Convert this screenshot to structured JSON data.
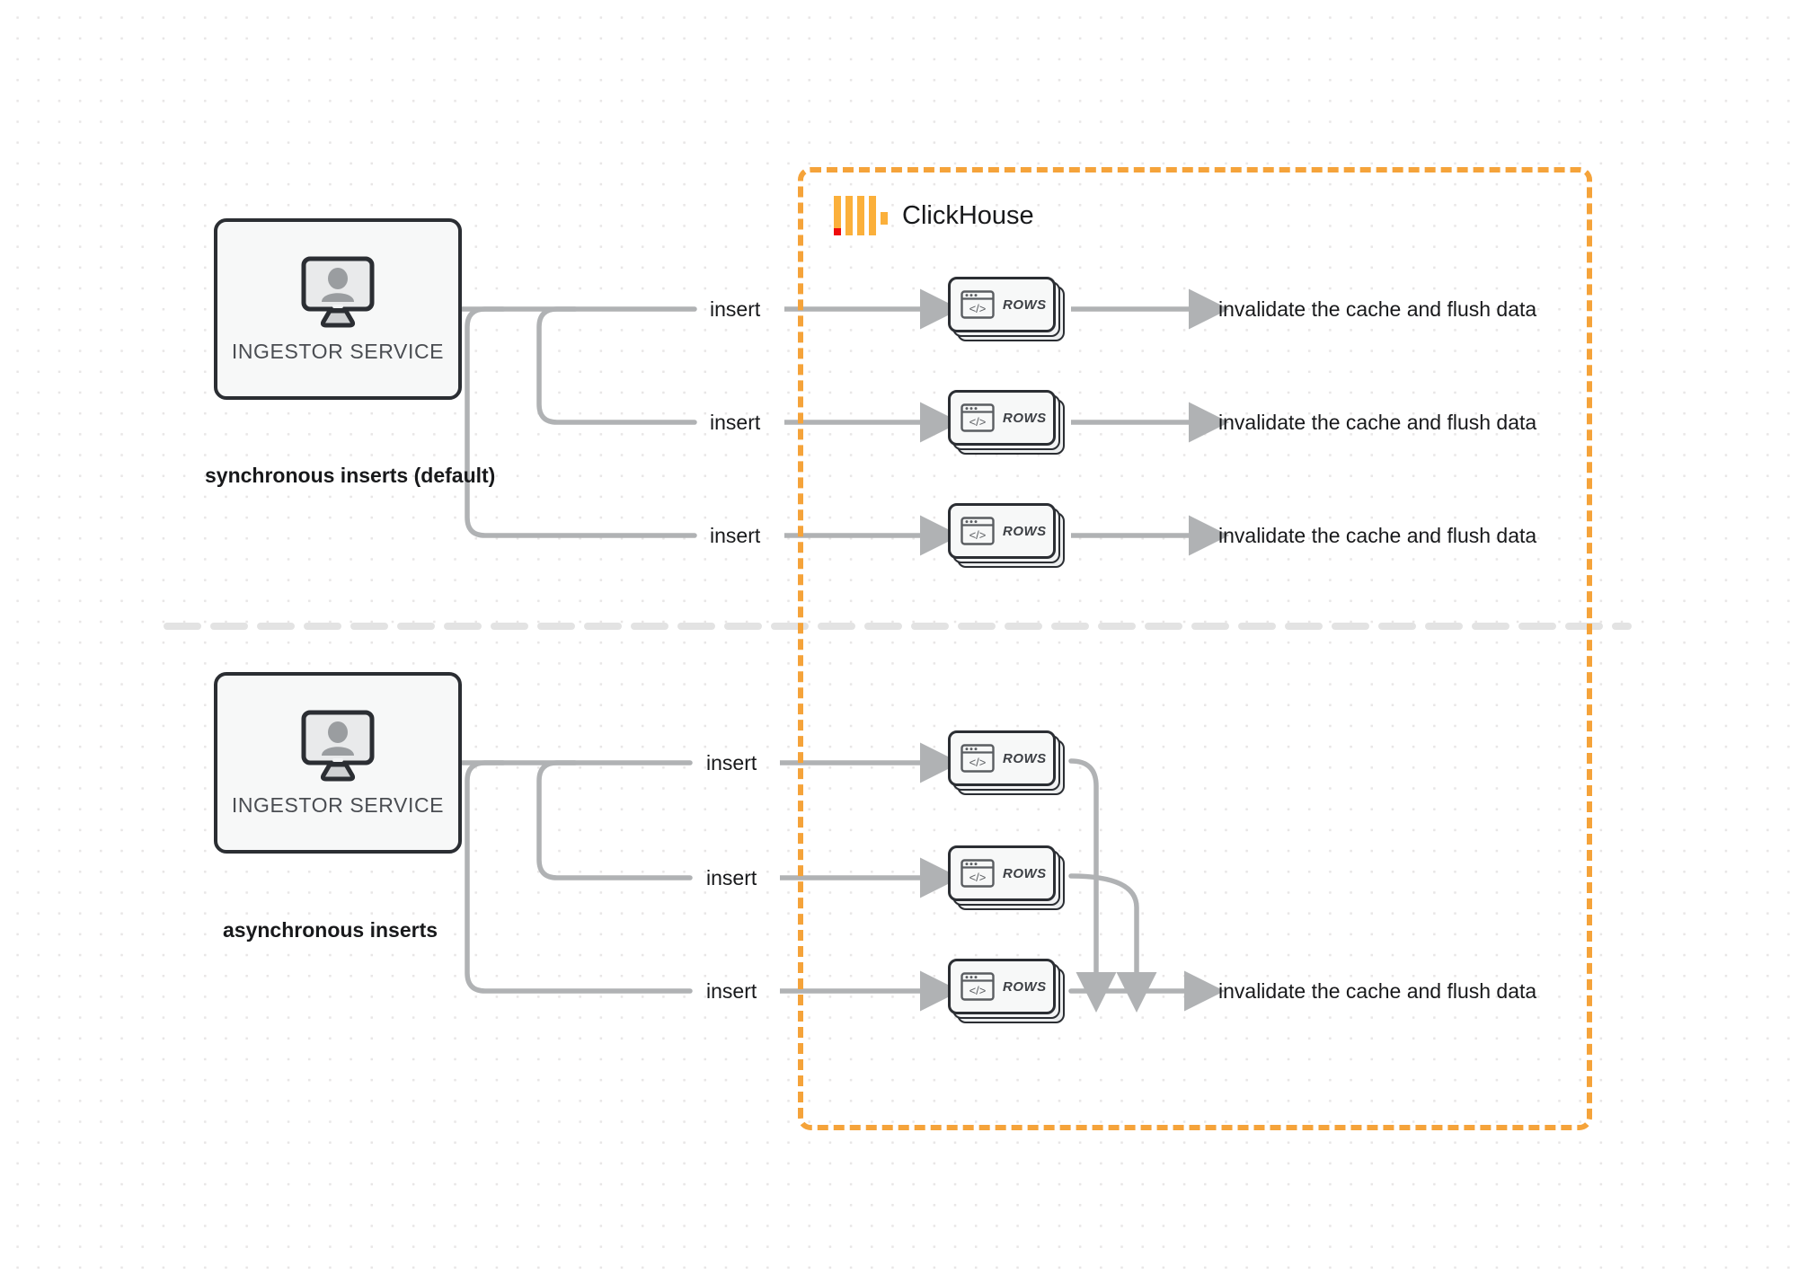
{
  "diagram": {
    "title": "ClickHouse synchronous vs asynchronous inserts",
    "background": "#ffffff",
    "dot_grid_color": "#e8e6e6"
  },
  "clickhouse_boundary": {
    "label": "ClickHouse",
    "border_color": "#f5a33a",
    "logo": {
      "icon": "clickhouse-logo",
      "bar_color": "#fbb03b",
      "accent_color": "#ef0b0b",
      "bars": 5
    }
  },
  "sections": [
    {
      "id": "synchronous",
      "caption": "synchronous inserts (default)",
      "ingestor": {
        "label": "INGESTOR SERVICE",
        "icon": "monitor-user-icon"
      },
      "flows": [
        {
          "insert_label": "insert",
          "card_label": "ROWS",
          "card_icon": "code-window-icon",
          "result_label": "invalidate the cache and flush data"
        },
        {
          "insert_label": "insert",
          "card_label": "ROWS",
          "card_icon": "code-window-icon",
          "result_label": "invalidate the cache and flush data"
        },
        {
          "insert_label": "insert",
          "card_label": "ROWS",
          "card_icon": "code-window-icon",
          "result_label": "invalidate the cache and flush data"
        }
      ]
    },
    {
      "id": "asynchronous",
      "caption": "asynchronous inserts",
      "ingestor": {
        "label": "INGESTOR SERVICE",
        "icon": "monitor-user-icon"
      },
      "flows": [
        {
          "insert_label": "insert",
          "card_label": "ROWS",
          "card_icon": "code-window-icon"
        },
        {
          "insert_label": "insert",
          "card_label": "ROWS",
          "card_icon": "code-window-icon"
        },
        {
          "insert_label": "insert",
          "card_label": "ROWS",
          "card_icon": "code-window-icon"
        }
      ],
      "merged_result_label": "invalidate the cache and flush data"
    }
  ],
  "colors": {
    "connector": "#b0b2b4",
    "box_border": "#2b2e33",
    "box_fill": "#f7f8f8",
    "text": "#18191b",
    "muted_text": "#4a4d52",
    "separator": "#e3e3e3"
  }
}
